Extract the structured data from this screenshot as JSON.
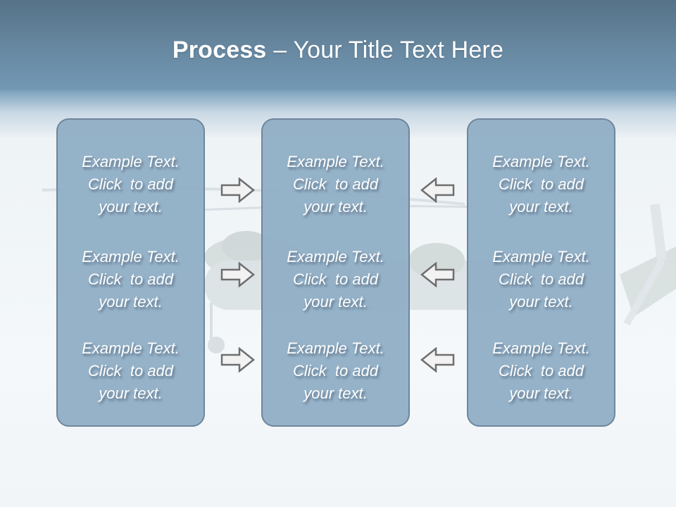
{
  "slide": {
    "title_bold": "Process",
    "title_rest": " – Your Title Text Here",
    "colors": {
      "header_top": "#557288",
      "header_bottom": "#7399b5",
      "box_fill": "#92b0c7",
      "box_border": "#6b8399",
      "arrow_fill": "#f2f2f2",
      "arrow_stroke": "#6e6e6e",
      "text": "#ffffff"
    },
    "columns": [
      {
        "items": [
          {
            "line1": "Example Text.",
            "line2": "Click  to add",
            "line3": "your text."
          },
          {
            "line1": "Example Text.",
            "line2": "Click  to add",
            "line3": "your text."
          },
          {
            "line1": "Example Text.",
            "line2": "Click  to add",
            "line3": "your text."
          }
        ]
      },
      {
        "items": [
          {
            "line1": "Example Text.",
            "line2": "Click  to add",
            "line3": "your text."
          },
          {
            "line1": "Example Text.",
            "line2": "Click  to add",
            "line3": "your text."
          },
          {
            "line1": "Example Text.",
            "line2": "Click  to add",
            "line3": "your text."
          }
        ]
      },
      {
        "items": [
          {
            "line1": "Example Text.",
            "line2": "Click  to add",
            "line3": "your text."
          },
          {
            "line1": "Example Text.",
            "line2": "Click  to add",
            "line3": "your text."
          },
          {
            "line1": "Example Text.",
            "line2": "Click  to add",
            "line3": "your text."
          }
        ]
      }
    ],
    "arrows": {
      "left_group": [
        "arrow-right",
        "arrow-right",
        "arrow-right"
      ],
      "right_group": [
        "arrow-left",
        "arrow-left",
        "arrow-left"
      ]
    }
  }
}
